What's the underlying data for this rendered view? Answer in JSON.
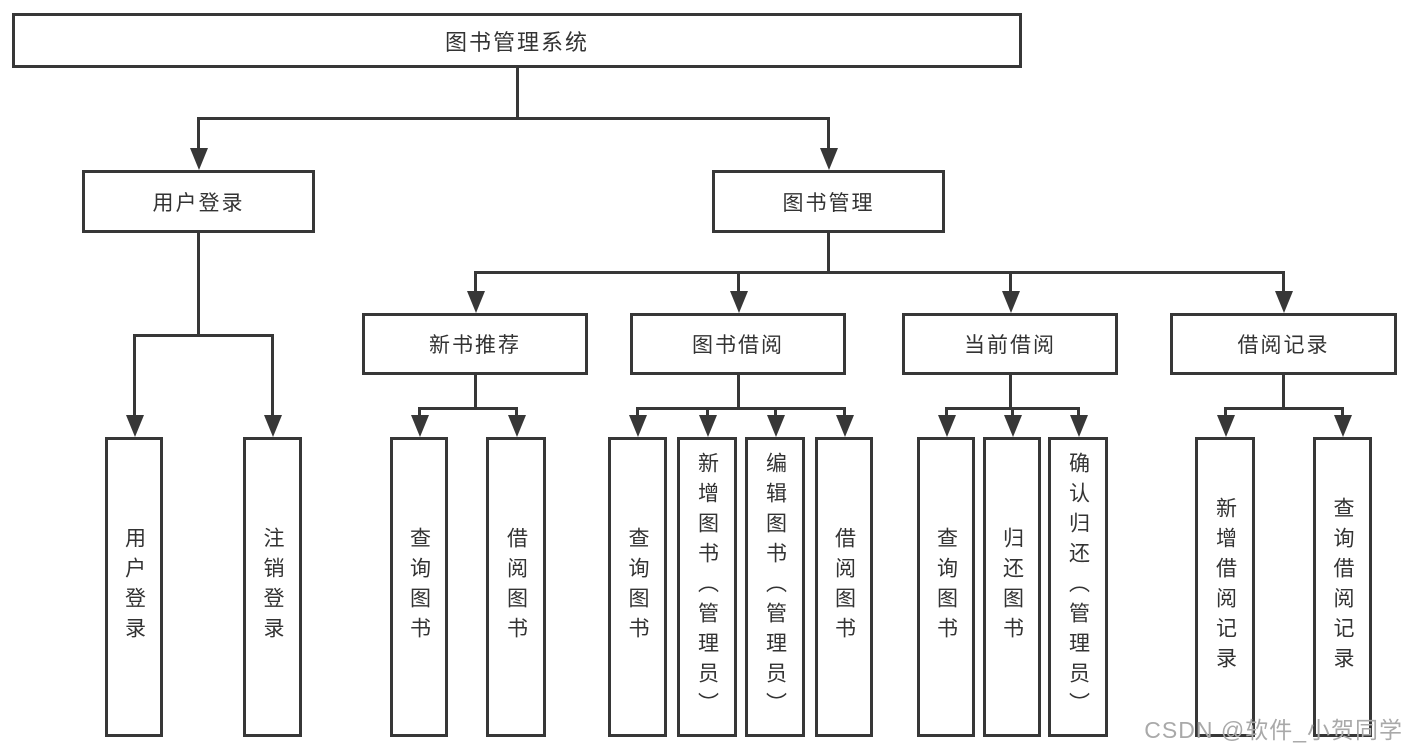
{
  "diagram": {
    "root": {
      "label": "图书管理系统"
    },
    "children": [
      {
        "label": "用户登录",
        "children": [
          {
            "label": "用户登录"
          },
          {
            "label": "注销登录"
          }
        ]
      },
      {
        "label": "图书管理",
        "children": [
          {
            "label": "新书推荐",
            "children": [
              {
                "label": "查询图书"
              },
              {
                "label": "借阅图书"
              }
            ]
          },
          {
            "label": "图书借阅",
            "children": [
              {
                "label": "查询图书"
              },
              {
                "label": "新增图书（管理员）"
              },
              {
                "label": "编辑图书（管理员）"
              },
              {
                "label": "借阅图书"
              }
            ]
          },
          {
            "label": "当前借阅",
            "children": [
              {
                "label": "查询图书"
              },
              {
                "label": "归还图书"
              },
              {
                "label": "确认归还（管理员）"
              }
            ]
          },
          {
            "label": "借阅记录",
            "children": [
              {
                "label": "新增借阅记录"
              },
              {
                "label": "查询借阅记录"
              }
            ]
          }
        ]
      }
    ]
  },
  "watermark": {
    "text": "CSDN @软件_小贺同学"
  },
  "colors": {
    "line": "#373737",
    "text": "#333333",
    "background": "#ffffff",
    "watermark": "#a9a9a9"
  }
}
